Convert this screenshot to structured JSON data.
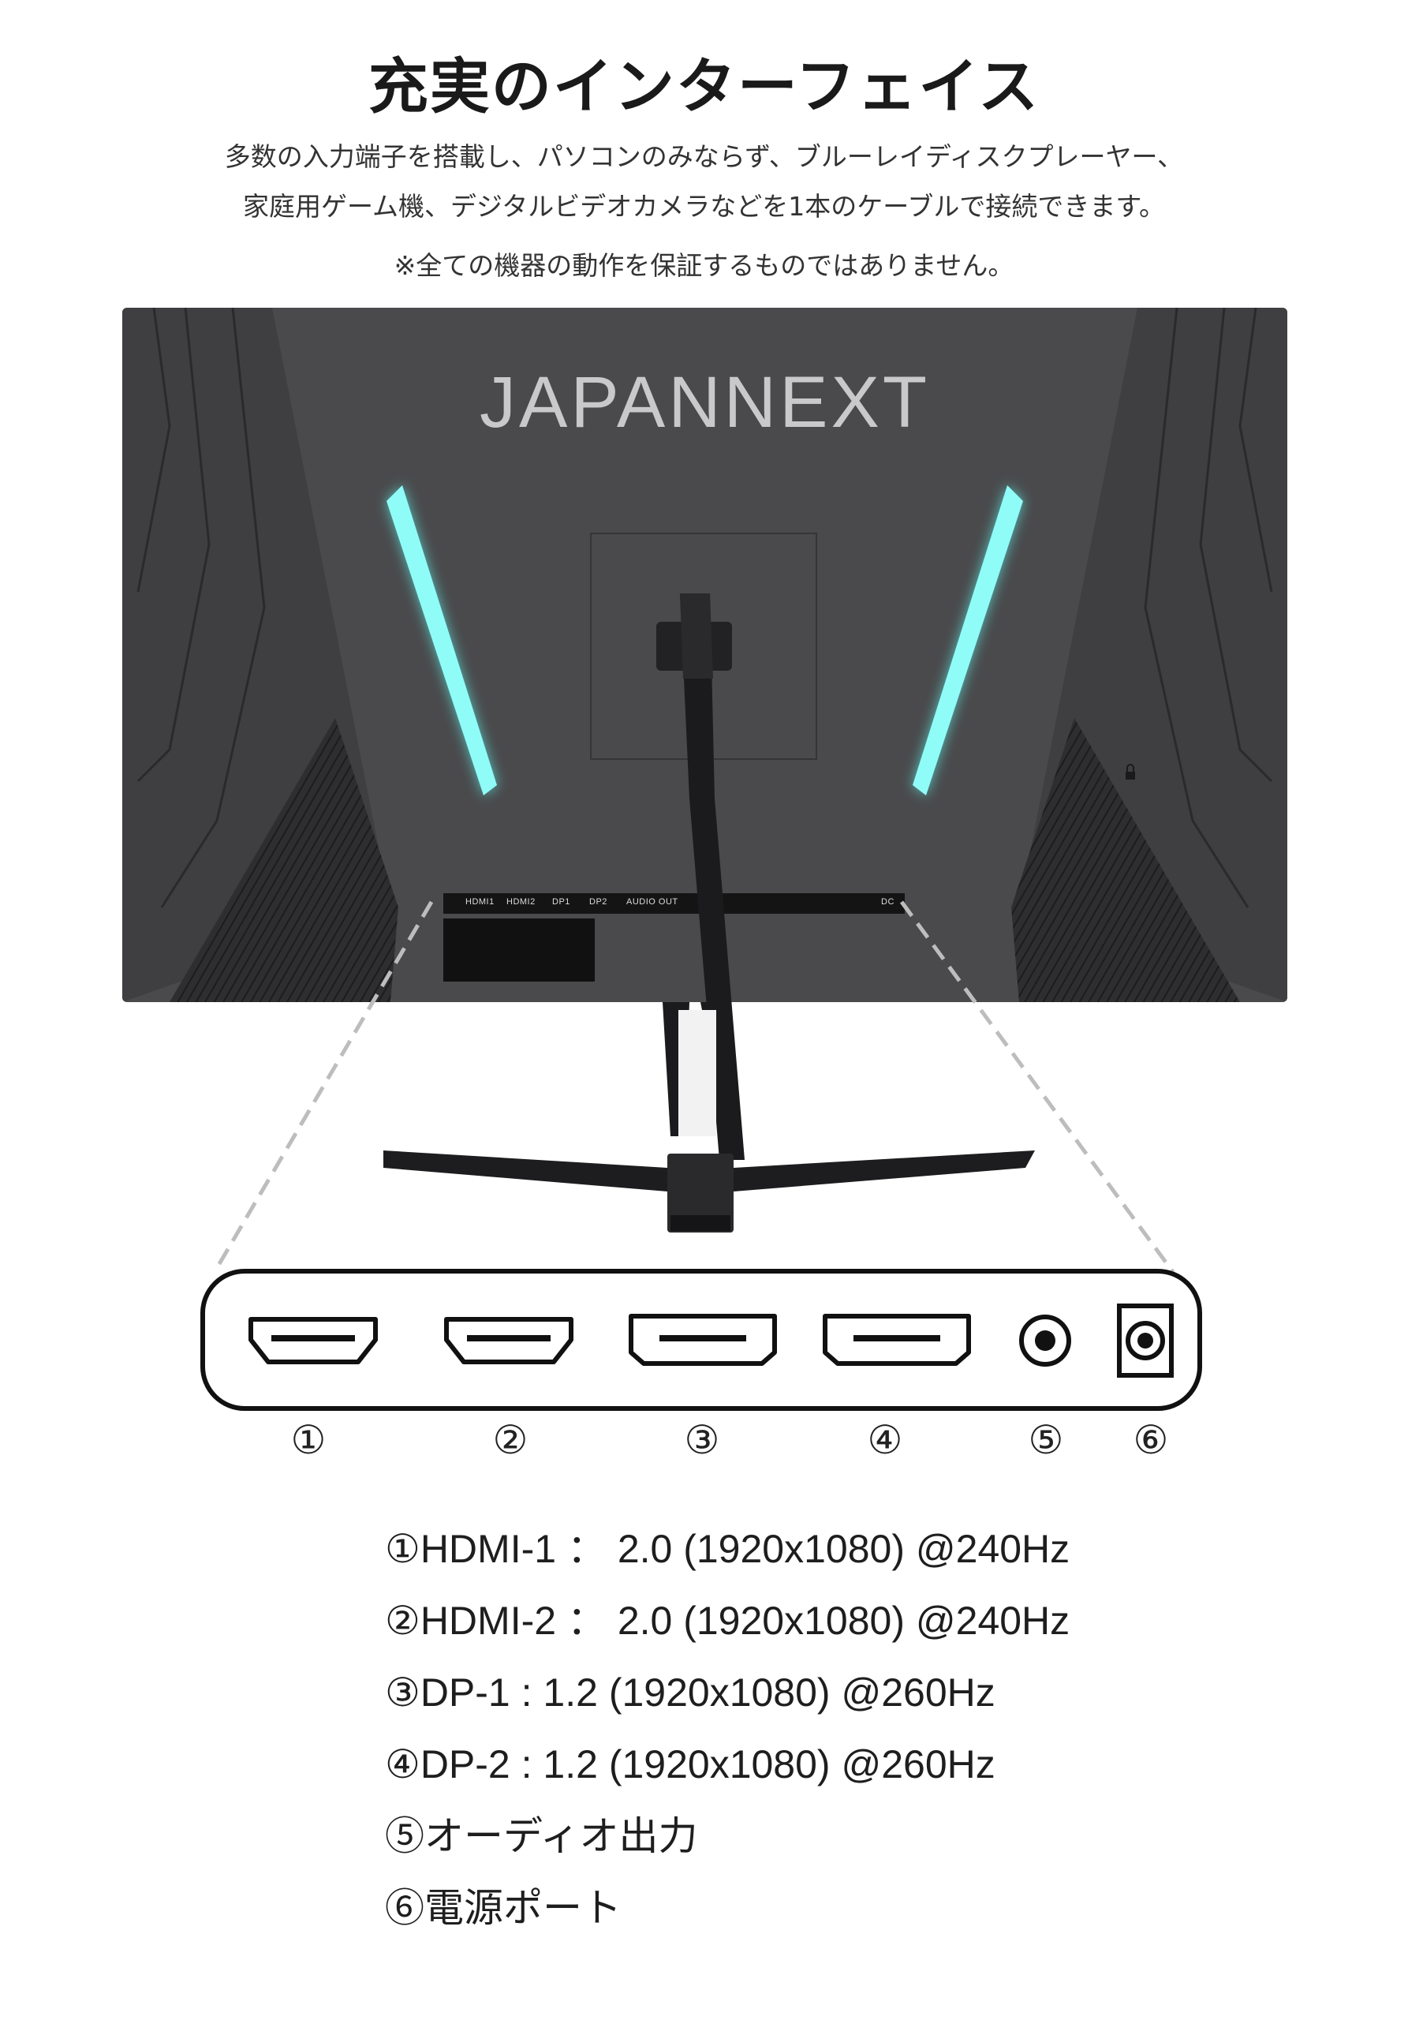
{
  "header": {
    "title": "充実のインターフェイス",
    "desc_line1": "多数の入力端子を搭載し、パソコンのみならず、ブルーレイディスクプレーヤー、",
    "desc_line2": "家庭用ゲーム機、デジタルビデオカメラなどを1本のケーブルで接続できます。",
    "note": "※全ての機器の動作を保証するものではありません。"
  },
  "monitor": {
    "brand": "JAPANNEXT",
    "ports_strip": [
      "HDMI1",
      "HDMI2",
      "DP1",
      "DP2",
      "AUDIO OUT"
    ],
    "dc_label": "DC"
  },
  "port_numbers": [
    "①",
    "②",
    "③",
    "④",
    "⑤",
    "⑥"
  ],
  "specs": [
    "①HDMI-1 ： 2.0 (1920x1080) @240Hz",
    "②HDMI-2 ： 2.0 (1920x1080) @240Hz",
    "③DP-1 : 1.2 (1920x1080) @260Hz",
    "④DP-2 : 1.2 (1920x1080) @260Hz",
    "⑤オーディオ出力",
    "⑥電源ポート"
  ],
  "colors": {
    "monitor_body": "#4a4a4c",
    "led_glow": "#5ff5f0",
    "panel_border": "#111111"
  }
}
